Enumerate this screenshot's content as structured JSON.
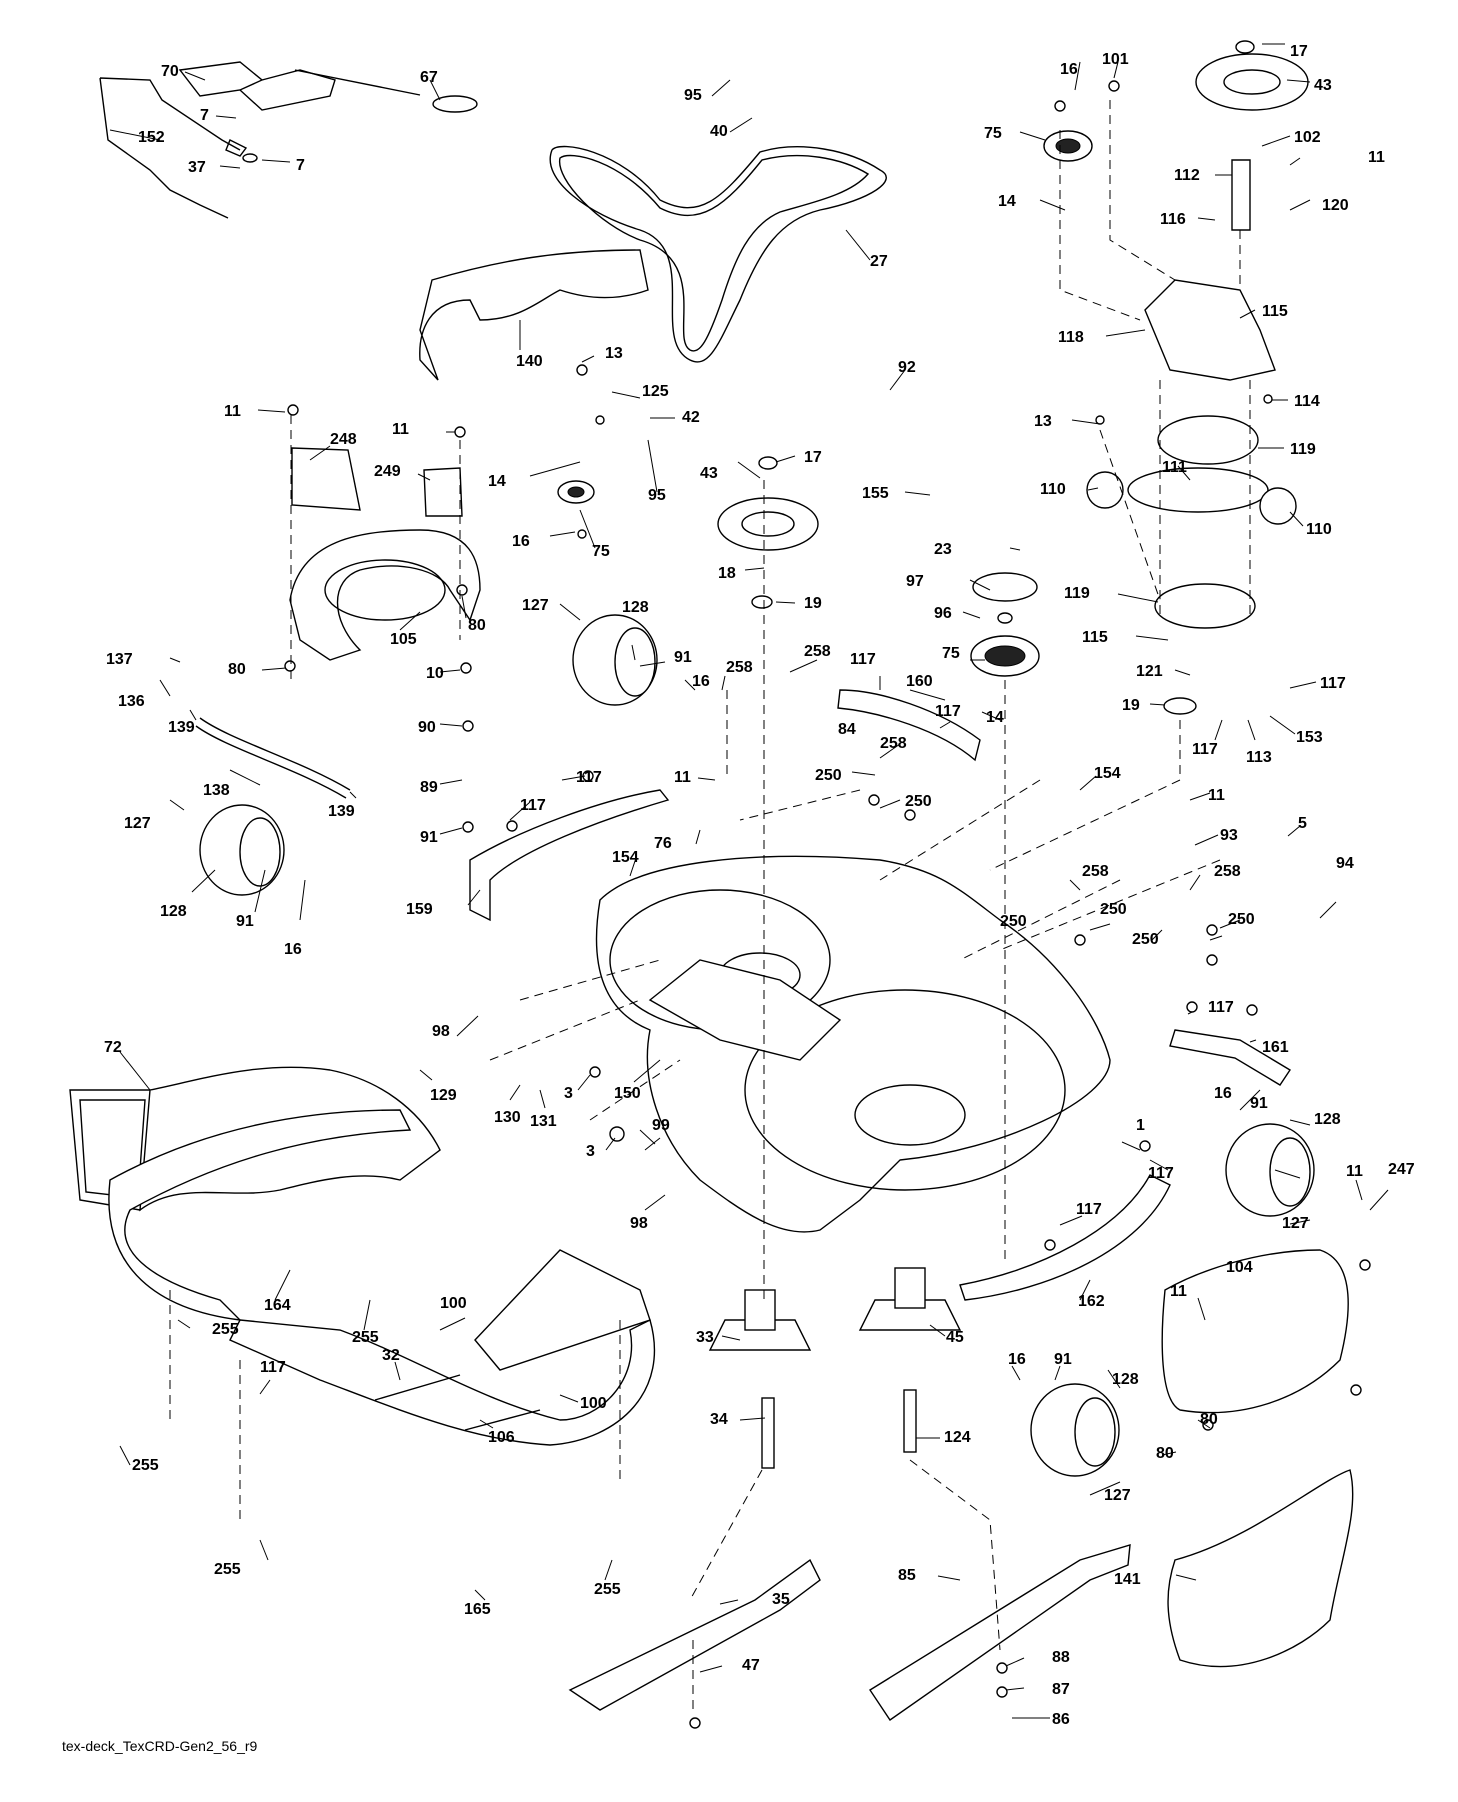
{
  "diagram": {
    "caption": "tex-deck_TexCRD-Gen2_56_r9",
    "callouts": [
      {
        "id": "l70",
        "text": "70"
      },
      {
        "id": "l67",
        "text": "67"
      },
      {
        "id": "l7a",
        "text": "7"
      },
      {
        "id": "l7b",
        "text": "7"
      },
      {
        "id": "l152",
        "text": "152"
      },
      {
        "id": "l37",
        "text": "37"
      },
      {
        "id": "l95a",
        "text": "95"
      },
      {
        "id": "l40",
        "text": "40"
      },
      {
        "id": "l27",
        "text": "27"
      },
      {
        "id": "l140",
        "text": "140"
      },
      {
        "id": "l13a",
        "text": "13"
      },
      {
        "id": "l125",
        "text": "125"
      },
      {
        "id": "l42",
        "text": "42"
      },
      {
        "id": "l95b",
        "text": "95"
      },
      {
        "id": "l14a",
        "text": "14"
      },
      {
        "id": "l16a",
        "text": "16"
      },
      {
        "id": "l75a",
        "text": "75"
      },
      {
        "id": "l11a",
        "text": "11"
      },
      {
        "id": "l248",
        "text": "248"
      },
      {
        "id": "l11b",
        "text": "11"
      },
      {
        "id": "l249",
        "text": "249"
      },
      {
        "id": "l105",
        "text": "105"
      },
      {
        "id": "l80a",
        "text": "80"
      },
      {
        "id": "l80b",
        "text": "80"
      },
      {
        "id": "l137",
        "text": "137"
      },
      {
        "id": "l136",
        "text": "136"
      },
      {
        "id": "l139a",
        "text": "139"
      },
      {
        "id": "l138",
        "text": "138"
      },
      {
        "id": "l139b",
        "text": "139"
      },
      {
        "id": "l127a",
        "text": "127"
      },
      {
        "id": "l128a",
        "text": "128"
      },
      {
        "id": "l91a",
        "text": "91"
      },
      {
        "id": "l16b",
        "text": "16"
      },
      {
        "id": "l10",
        "text": "10"
      },
      {
        "id": "l90",
        "text": "90"
      },
      {
        "id": "l89",
        "text": "89"
      },
      {
        "id": "l91b",
        "text": "91"
      },
      {
        "id": "l127b",
        "text": "127"
      },
      {
        "id": "l128b",
        "text": "128"
      },
      {
        "id": "l91c",
        "text": "91"
      },
      {
        "id": "l16c",
        "text": "16"
      },
      {
        "id": "l117a",
        "text": "117"
      },
      {
        "id": "l117b",
        "text": "117"
      },
      {
        "id": "l159",
        "text": "159"
      },
      {
        "id": "l43a",
        "text": "43"
      },
      {
        "id": "l17a",
        "text": "17"
      },
      {
        "id": "l18",
        "text": "18"
      },
      {
        "id": "l19a",
        "text": "19"
      },
      {
        "id": "l92",
        "text": "92"
      },
      {
        "id": "l155",
        "text": "155"
      },
      {
        "id": "l258a",
        "text": "258"
      },
      {
        "id": "l258b",
        "text": "258"
      },
      {
        "id": "l117c",
        "text": "117"
      },
      {
        "id": "l160",
        "text": "160"
      },
      {
        "id": "l84",
        "text": "84"
      },
      {
        "id": "l11c",
        "text": "11"
      },
      {
        "id": "l250a",
        "text": "250"
      },
      {
        "id": "l258c",
        "text": "258"
      },
      {
        "id": "l250b",
        "text": "250"
      },
      {
        "id": "l76",
        "text": "76"
      },
      {
        "id": "l154a",
        "text": "154"
      },
      {
        "id": "l117d",
        "text": "117"
      },
      {
        "id": "l14b",
        "text": "14"
      },
      {
        "id": "l23",
        "text": "23"
      },
      {
        "id": "l97",
        "text": "97"
      },
      {
        "id": "l96",
        "text": "96"
      },
      {
        "id": "l75b",
        "text": "75"
      },
      {
        "id": "l16d",
        "text": "16"
      },
      {
        "id": "l101",
        "text": "101"
      },
      {
        "id": "l17b",
        "text": "17"
      },
      {
        "id": "l43b",
        "text": "43"
      },
      {
        "id": "l75c",
        "text": "75"
      },
      {
        "id": "l102",
        "text": "102"
      },
      {
        "id": "l112",
        "text": "112"
      },
      {
        "id": "l11d",
        "text": "11"
      },
      {
        "id": "l14c",
        "text": "14"
      },
      {
        "id": "l116",
        "text": "116"
      },
      {
        "id": "l120",
        "text": "120"
      },
      {
        "id": "l115a",
        "text": "115"
      },
      {
        "id": "l118",
        "text": "118"
      },
      {
        "id": "l13b",
        "text": "13"
      },
      {
        "id": "l114",
        "text": "114"
      },
      {
        "id": "l119a",
        "text": "119"
      },
      {
        "id": "l111",
        "text": "111"
      },
      {
        "id": "l110a",
        "text": "110"
      },
      {
        "id": "l110b",
        "text": "110"
      },
      {
        "id": "l119b",
        "text": "119"
      },
      {
        "id": "l115b",
        "text": "115"
      },
      {
        "id": "l121",
        "text": "121"
      },
      {
        "id": "l19b",
        "text": "19"
      },
      {
        "id": "l117e",
        "text": "117"
      },
      {
        "id": "l113",
        "text": "113"
      },
      {
        "id": "l153",
        "text": "153"
      },
      {
        "id": "l117f",
        "text": "117"
      },
      {
        "id": "l154b",
        "text": "154"
      },
      {
        "id": "l11e",
        "text": "11"
      },
      {
        "id": "l93",
        "text": "93"
      },
      {
        "id": "l5",
        "text": "5"
      },
      {
        "id": "l94",
        "text": "94"
      },
      {
        "id": "l258d",
        "text": "258"
      },
      {
        "id": "l250c",
        "text": "250"
      },
      {
        "id": "l250d",
        "text": "250"
      },
      {
        "id": "l258e",
        "text": "258"
      },
      {
        "id": "l250e",
        "text": "250"
      },
      {
        "id": "l250f",
        "text": "250"
      },
      {
        "id": "l98a",
        "text": "98"
      },
      {
        "id": "l3a",
        "text": "3"
      },
      {
        "id": "l150",
        "text": "150"
      },
      {
        "id": "l3b",
        "text": "3"
      },
      {
        "id": "l129",
        "text": "129"
      },
      {
        "id": "l130",
        "text": "130"
      },
      {
        "id": "l131",
        "text": "131"
      },
      {
        "id": "l72",
        "text": "72"
      },
      {
        "id": "l98b",
        "text": "98"
      },
      {
        "id": "l117g",
        "text": "117"
      },
      {
        "id": "l161",
        "text": "161"
      },
      {
        "id": "l16e",
        "text": "16"
      },
      {
        "id": "l91d",
        "text": "91"
      },
      {
        "id": "l128c",
        "text": "128"
      },
      {
        "id": "l247",
        "text": "247"
      },
      {
        "id": "l1",
        "text": "1"
      },
      {
        "id": "l117h",
        "text": "117"
      },
      {
        "id": "l11f",
        "text": "11"
      },
      {
        "id": "l127c",
        "text": "127"
      },
      {
        "id": "l117i",
        "text": "117"
      },
      {
        "id": "l162",
        "text": "162"
      },
      {
        "id": "l99",
        "text": "99"
      },
      {
        "id": "l100a",
        "text": "100"
      },
      {
        "id": "l164",
        "text": "164"
      },
      {
        "id": "l255a",
        "text": "255"
      },
      {
        "id": "l255b",
        "text": "255"
      },
      {
        "id": "l33",
        "text": "33"
      },
      {
        "id": "l45",
        "text": "45"
      },
      {
        "id": "l104",
        "text": "104"
      },
      {
        "id": "l11g",
        "text": "11"
      },
      {
        "id": "l32",
        "text": "32"
      },
      {
        "id": "l100b",
        "text": "100"
      },
      {
        "id": "l106",
        "text": "106"
      },
      {
        "id": "l117j",
        "text": "117"
      },
      {
        "id": "l16f",
        "text": "16"
      },
      {
        "id": "l91e",
        "text": "91"
      },
      {
        "id": "l128d",
        "text": "128"
      },
      {
        "id": "l80c",
        "text": "80"
      },
      {
        "id": "l80d",
        "text": "80"
      },
      {
        "id": "l127d",
        "text": "127"
      },
      {
        "id": "l34",
        "text": "34"
      },
      {
        "id": "l124",
        "text": "124"
      },
      {
        "id": "l255c",
        "text": "255"
      },
      {
        "id": "l255d",
        "text": "255"
      },
      {
        "id": "l255e",
        "text": "255"
      },
      {
        "id": "l35",
        "text": "35"
      },
      {
        "id": "l165",
        "text": "165"
      },
      {
        "id": "l85",
        "text": "85"
      },
      {
        "id": "l141",
        "text": "141"
      },
      {
        "id": "l47",
        "text": "47"
      },
      {
        "id": "l88",
        "text": "88"
      },
      {
        "id": "l87",
        "text": "87"
      },
      {
        "id": "l86",
        "text": "86"
      }
    ]
  }
}
